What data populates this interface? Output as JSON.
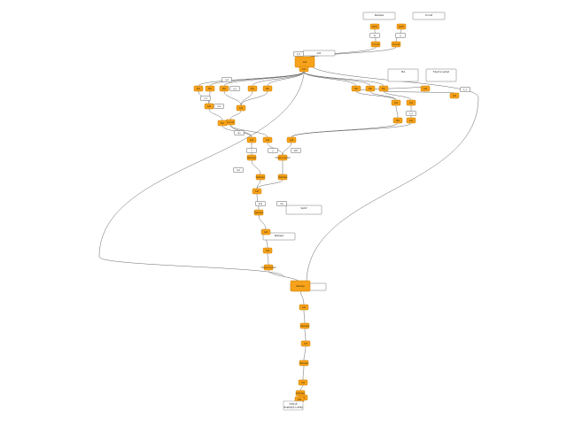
{
  "graph": {
    "ops": [
      "SplitV",
      "SplitV",
      "Concat",
      "Concat",
      "Add",
      "Add",
      "Mul",
      "Mul",
      "Mul",
      "Mul",
      "Mul",
      "Mul",
      "Mul",
      "Mul",
      "Add",
      "Add",
      "Add",
      "Add",
      "Add",
      "Add",
      "Concat",
      "Mul",
      "Mul",
      "Add",
      "Add",
      "Add",
      "Add",
      "Reshape",
      "FullyConnected",
      "Reshape",
      "Reshape",
      "Add",
      "Reshape",
      "Add",
      "Add",
      "FullyConnected",
      "Reshape",
      "Add",
      "Reshape",
      "Add",
      "Reshape",
      "Add",
      "Reshape",
      "Add",
      "Add"
    ],
    "tensors": [
      "kv",
      "q",
      "k_0",
      "k_1",
      "q_0",
      "q_1",
      "v_0",
      "v_1",
      "cos",
      "sin",
      "x",
      "y",
      "attn",
      "out",
      "tmp",
      "res"
    ],
    "info_blocks": [
      "Reshape",
      "Concat",
      "Add",
      "Mul",
      "FullyConnected",
      "SplitV",
      "Reshape",
      "Add"
    ],
    "legend": {
      "title": "Output",
      "subtitle": "float32[1,1,256]"
    }
  },
  "colors": {
    "op_fill": "#f7a21b",
    "op_stroke": "#c97f00",
    "edge": "#555555"
  }
}
